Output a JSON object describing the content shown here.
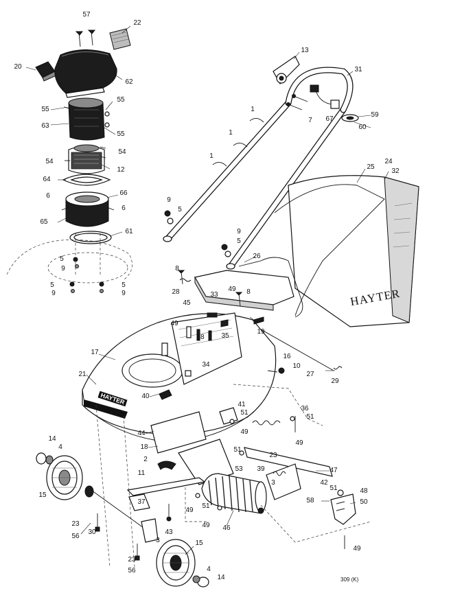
{
  "brand": {
    "catcher_logo": "HAYTER",
    "deck_badge": "HAYTER"
  },
  "drawing_ref": "309 (K)",
  "part_callouts": [
    {
      "id": "57",
      "text": "57"
    },
    {
      "id": "22",
      "text": "22"
    },
    {
      "id": "20",
      "text": "20"
    },
    {
      "id": "62",
      "text": "62"
    },
    {
      "id": "55a",
      "text": "55"
    },
    {
      "id": "55b",
      "text": "55"
    },
    {
      "id": "55c",
      "text": "55"
    },
    {
      "id": "63",
      "text": "63"
    },
    {
      "id": "54a",
      "text": "54"
    },
    {
      "id": "54b",
      "text": "54"
    },
    {
      "id": "12",
      "text": "12"
    },
    {
      "id": "64",
      "text": "64"
    },
    {
      "id": "66",
      "text": "66"
    },
    {
      "id": "6a",
      "text": "6"
    },
    {
      "id": "6b",
      "text": "6"
    },
    {
      "id": "65",
      "text": "65"
    },
    {
      "id": "61",
      "text": "61"
    },
    {
      "id": "5a",
      "text": "5"
    },
    {
      "id": "9a",
      "text": "9"
    },
    {
      "id": "5b",
      "text": "5"
    },
    {
      "id": "9b",
      "text": "9"
    },
    {
      "id": "5c",
      "text": "5"
    },
    {
      "id": "9c",
      "text": "9"
    },
    {
      "id": "13",
      "text": "13"
    },
    {
      "id": "31",
      "text": "31"
    },
    {
      "id": "7",
      "text": "7"
    },
    {
      "id": "67",
      "text": "67"
    },
    {
      "id": "59",
      "text": "59"
    },
    {
      "id": "60",
      "text": "60"
    },
    {
      "id": "1a",
      "text": "1"
    },
    {
      "id": "1b",
      "text": "1"
    },
    {
      "id": "1c",
      "text": "1"
    },
    {
      "id": "9d",
      "text": "9"
    },
    {
      "id": "5d",
      "text": "5"
    },
    {
      "id": "24",
      "text": "24"
    },
    {
      "id": "25",
      "text": "25"
    },
    {
      "id": "32",
      "text": "32"
    },
    {
      "id": "9e",
      "text": "9"
    },
    {
      "id": "5e",
      "text": "5"
    },
    {
      "id": "26",
      "text": "26"
    },
    {
      "id": "8a",
      "text": "8"
    },
    {
      "id": "28",
      "text": "28"
    },
    {
      "id": "49a",
      "text": "49"
    },
    {
      "id": "33",
      "text": "33"
    },
    {
      "id": "8b",
      "text": "8"
    },
    {
      "id": "45",
      "text": "45"
    },
    {
      "id": "49b",
      "text": "49"
    },
    {
      "id": "19",
      "text": "19"
    },
    {
      "id": "38",
      "text": "38"
    },
    {
      "id": "35",
      "text": "35"
    },
    {
      "id": "17",
      "text": "17"
    },
    {
      "id": "16",
      "text": "16"
    },
    {
      "id": "10",
      "text": "10"
    },
    {
      "id": "27",
      "text": "27"
    },
    {
      "id": "29",
      "text": "29"
    },
    {
      "id": "34",
      "text": "34"
    },
    {
      "id": "21",
      "text": "21"
    },
    {
      "id": "40",
      "text": "40"
    },
    {
      "id": "41",
      "text": "41"
    },
    {
      "id": "51a",
      "text": "51"
    },
    {
      "id": "36",
      "text": "36"
    },
    {
      "id": "51b",
      "text": "51"
    },
    {
      "id": "44",
      "text": "44"
    },
    {
      "id": "49c",
      "text": "49"
    },
    {
      "id": "49d",
      "text": "49"
    },
    {
      "id": "14a",
      "text": "14"
    },
    {
      "id": "4a",
      "text": "4"
    },
    {
      "id": "18",
      "text": "18"
    },
    {
      "id": "51c",
      "text": "51"
    },
    {
      "id": "23a",
      "text": "23"
    },
    {
      "id": "2",
      "text": "2"
    },
    {
      "id": "53",
      "text": "53"
    },
    {
      "id": "39",
      "text": "39"
    },
    {
      "id": "47",
      "text": "47"
    },
    {
      "id": "11",
      "text": "11"
    },
    {
      "id": "15a",
      "text": "15"
    },
    {
      "id": "3a",
      "text": "3"
    },
    {
      "id": "42",
      "text": "42"
    },
    {
      "id": "51d",
      "text": "51"
    },
    {
      "id": "48",
      "text": "48"
    },
    {
      "id": "58",
      "text": "58"
    },
    {
      "id": "50",
      "text": "50"
    },
    {
      "id": "37",
      "text": "37"
    },
    {
      "id": "49e",
      "text": "49"
    },
    {
      "id": "51e",
      "text": "51"
    },
    {
      "id": "23b",
      "text": "23"
    },
    {
      "id": "43",
      "text": "43"
    },
    {
      "id": "49f",
      "text": "49"
    },
    {
      "id": "46",
      "text": "46"
    },
    {
      "id": "56a",
      "text": "56"
    },
    {
      "id": "30",
      "text": "30"
    },
    {
      "id": "3b",
      "text": "3"
    },
    {
      "id": "15b",
      "text": "15"
    },
    {
      "id": "49g",
      "text": "49"
    },
    {
      "id": "23c",
      "text": "23"
    },
    {
      "id": "56b",
      "text": "56"
    },
    {
      "id": "4b",
      "text": "4"
    },
    {
      "id": "14b",
      "text": "14"
    }
  ]
}
